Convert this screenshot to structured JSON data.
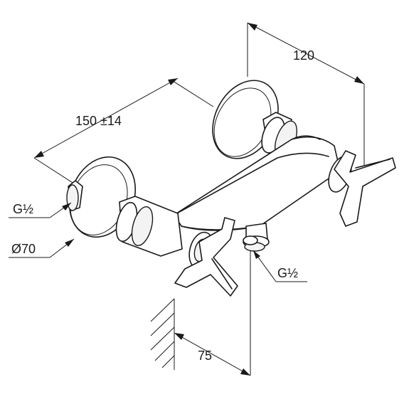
{
  "dimensions": {
    "depth": "120",
    "center_distance": "150 ±14",
    "wall_offset": "75",
    "inlet_thread": "G½",
    "rosette_diameter": "Ø70",
    "outlet_thread": "G½"
  }
}
